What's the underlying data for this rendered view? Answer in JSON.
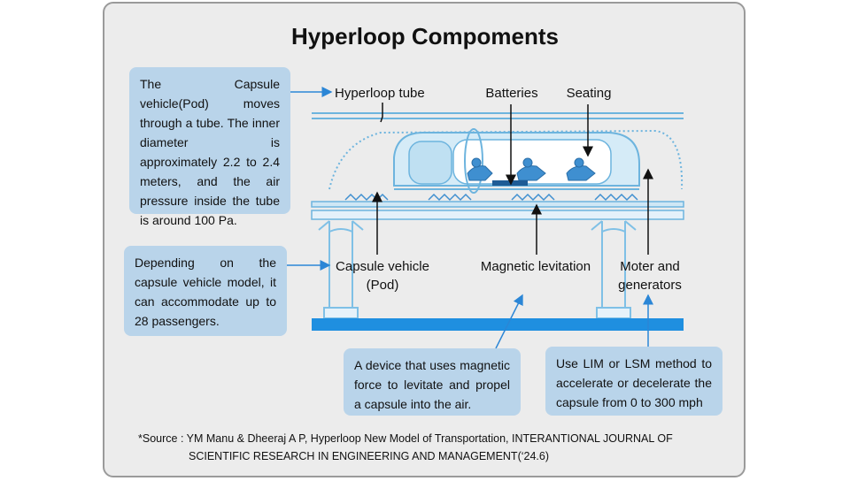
{
  "title": "Hyperloop Compoments",
  "callouts": {
    "tube_desc": "The Capsule vehicle(Pod) moves through a tube. The inner diameter is approximately 2.2 to 2.4 meters, and the air pressure inside the tube is around 100 Pa.",
    "passengers_desc": "Depending on the capsule vehicle model, it can accommodate up to 28 passengers.",
    "levitation_desc": "A device that uses magnetic force to levitate and propel a capsule into the air.",
    "motor_desc": "Use LIM or LSM method to accelerate or decelerate the capsule from 0 to 300 mph"
  },
  "labels": {
    "hyperloop_tube": "Hyperloop tube",
    "batteries": "Batteries",
    "seating": "Seating",
    "capsule_line1": "Capsule vehicle",
    "capsule_line2": "(Pod)",
    "magnetic_levitation": "Magnetic levitation",
    "motor_line1": "Moter and",
    "motor_line2": "generators"
  },
  "source": {
    "line1": "*Source : YM Manu & Dheeraj A P, Hyperloop New Model of Transportation, INTERANTIONAL JOURNAL OF",
    "line2": "SCIENTIFIC RESEARCH IN ENGINEERING AND MANAGEMENT(‘24.6)"
  },
  "colors": {
    "frame_bg": "#ececec",
    "callout_bg": "#b9d4ea",
    "accent_blue": "#2b86d6",
    "tube_blue": "#6db4de",
    "ground_blue": "#1f8fe0"
  }
}
